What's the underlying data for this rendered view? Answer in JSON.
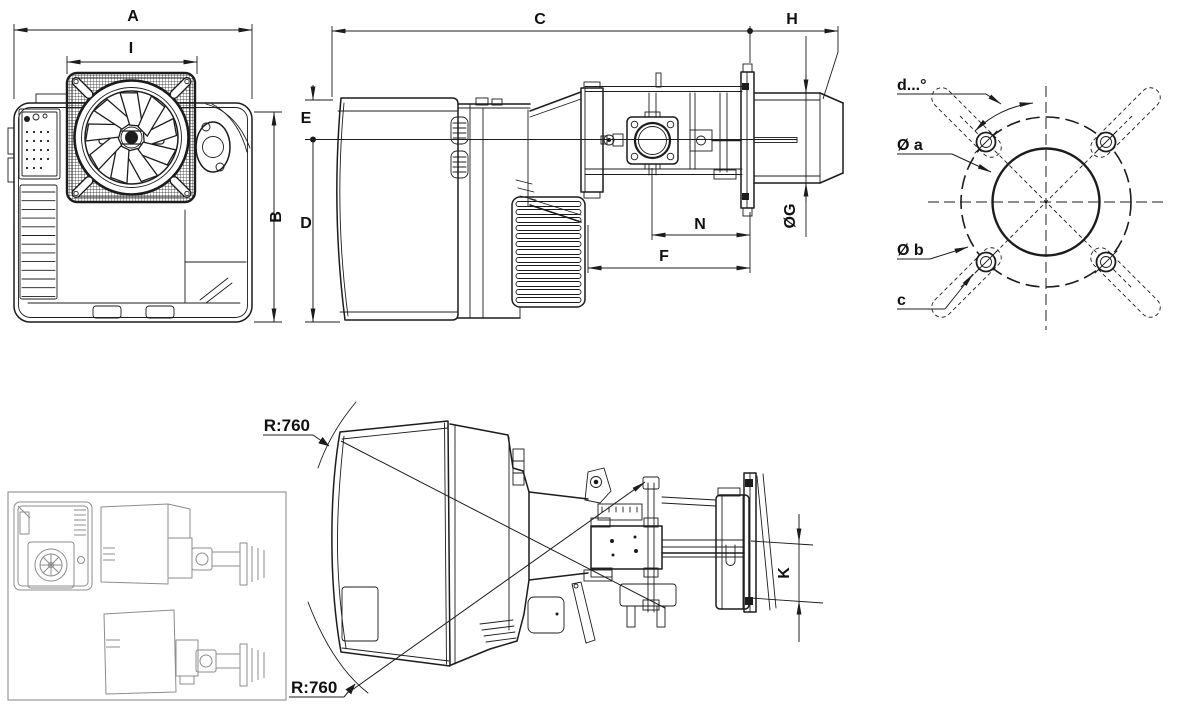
{
  "page": {
    "background": "#ffffff"
  },
  "colors": {
    "line_color": "#1c1c1c",
    "inset_line_color": "#8c8c8c",
    "accent": "#111111"
  },
  "views": {
    "rear": {
      "dim_a": "A",
      "dim_i": "I",
      "dim_b": "B"
    },
    "side": {
      "dim_c": "C",
      "dim_h": "H",
      "dim_e": "E",
      "dim_d": "D",
      "dim_g": "ØG",
      "dim_n": "N",
      "dim_f": "F"
    },
    "flange": {
      "angle_label": "d...°",
      "bore_label": "Ø a",
      "bolt_circle_label": "Ø b",
      "slot_label": "c"
    },
    "swing": {
      "radius_top": "R:760",
      "radius_bottom": "R:760",
      "dim_k": "K"
    }
  }
}
